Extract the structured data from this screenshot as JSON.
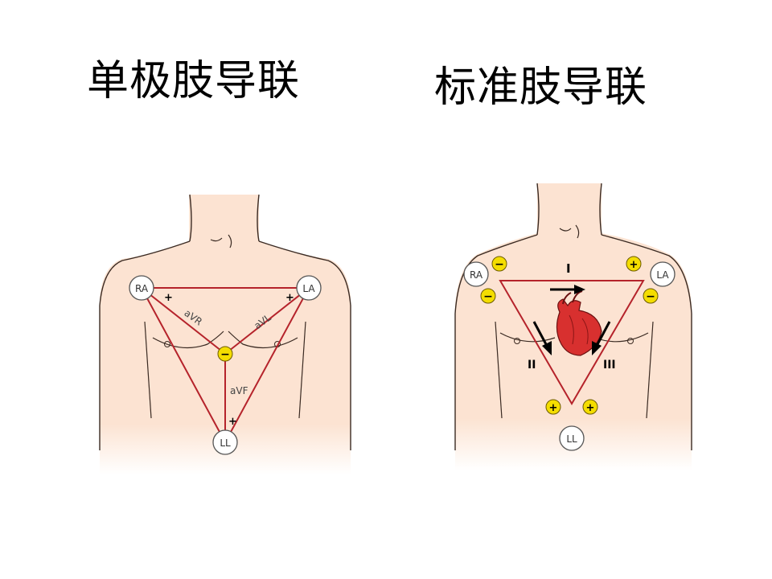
{
  "titles": {
    "left": "单极肢导联",
    "right": "标准肢导联"
  },
  "unipolar": {
    "electrodes": {
      "ra": "RA",
      "la": "LA",
      "ll": "LL"
    },
    "leads": {
      "avr": "aVR",
      "avl": "aVL",
      "avf": "aVF"
    },
    "signs": {
      "plus": "+",
      "minus": "−"
    }
  },
  "standard": {
    "electrodes": {
      "ra": "RA",
      "la": "LA",
      "ll": "LL"
    },
    "leads": {
      "i": "I",
      "ii": "II",
      "iii": "III"
    },
    "signs": {
      "plus": "+",
      "minus": "−"
    }
  },
  "colors": {
    "skin": "#fce3d2",
    "skin_edge": "#3a2a22",
    "lead_line": "#b5232b",
    "electrode_yellow": "#f4dd00",
    "heart": "#d8302f"
  }
}
